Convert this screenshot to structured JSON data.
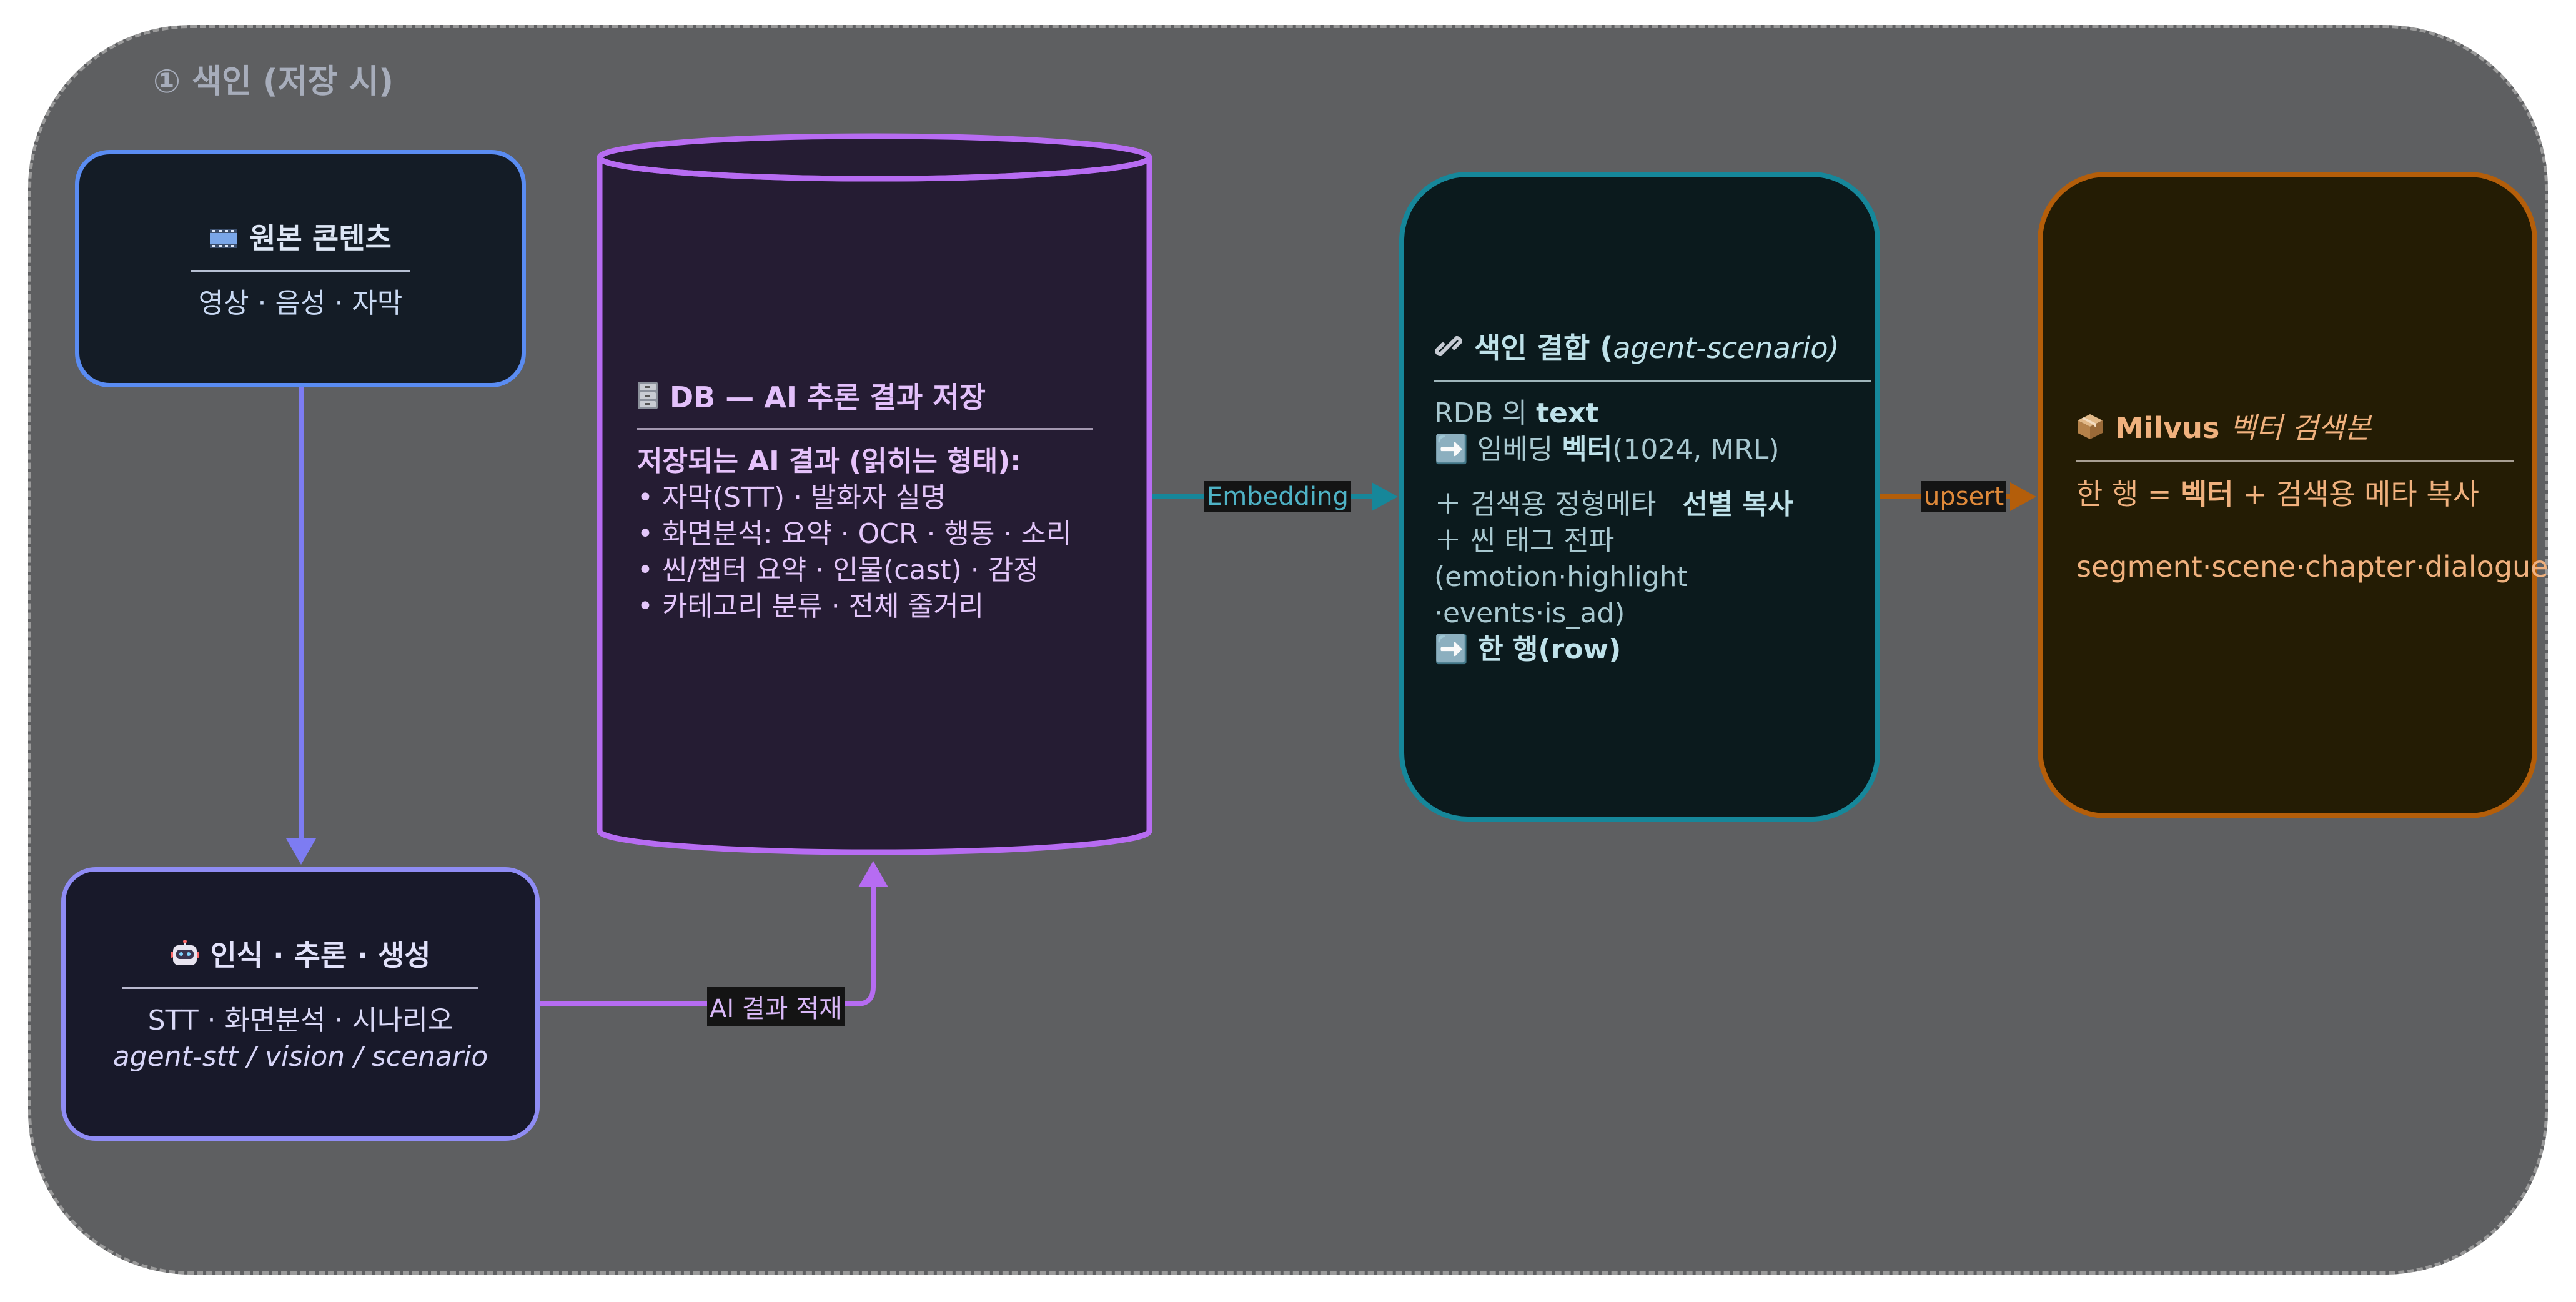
{
  "group": {
    "title": "① 색인 (저장 시)"
  },
  "source": {
    "icon": "film-icon",
    "title": "원본 콘텐츠",
    "line1": "영상 · 음성 · 자막"
  },
  "ai": {
    "icon": "robot-icon",
    "title": "인식 · 추론 · 생성",
    "line1": "STT · 화면분석 · 시나리오",
    "line2": "agent-stt / vision / scenario"
  },
  "db": {
    "icon": "file-cabinet-icon",
    "title": "DB — AI 추론 결과 저장",
    "subtitle": "저장되는 AI 결과 (읽히는 형태):",
    "items": [
      "• 자막(STT) · 발화자 실명",
      "• 화면분석: 요약 · OCR · 행동 · 소리",
      "• 씬/챕터 요약 · 인물(cast) · 감정",
      "• 카테고리 분류 · 전체 줄거리"
    ]
  },
  "index": {
    "icon": "link-icon",
    "title_main": "색인 결합 (",
    "title_italic": "agent-scenario)",
    "l1_pre": "RDB 의 ",
    "l1_bold": "text",
    "l2_arrow": "➡️",
    "l2_pre": " 임베딩 ",
    "l2_bold": "벡터",
    "l2_post": "(1024, MRL)",
    "l3_pre": "＋ 검색용 정형메타   ",
    "l3_bold": "선별 복사",
    "l4": "＋ 씬 태그 전파",
    "l5": "(emotion·highlight ·events·is_ad)",
    "l6_arrow": "➡️",
    "l6_bold": " 한 행(row)"
  },
  "milvus": {
    "icon": "package-icon",
    "title_main": "Milvus ",
    "title_italic": "벡터 검색본",
    "l1_pre": "한 행 = ",
    "l1_bold": "벡터",
    "l1_post": " + 검색용 메타 복사",
    "l2": "segment·scene·chapter·dialogue"
  },
  "edges": {
    "ai_to_db": "AI 결과 적재",
    "db_to_index": "Embedding",
    "index_to_milvus": "upsert"
  },
  "colors": {
    "source_border": "#5a8cf2",
    "ai_border": "#8f8cf4",
    "db_border": "#b76cf2",
    "index_border": "#16879a",
    "milvus_border": "#b45e0a"
  }
}
